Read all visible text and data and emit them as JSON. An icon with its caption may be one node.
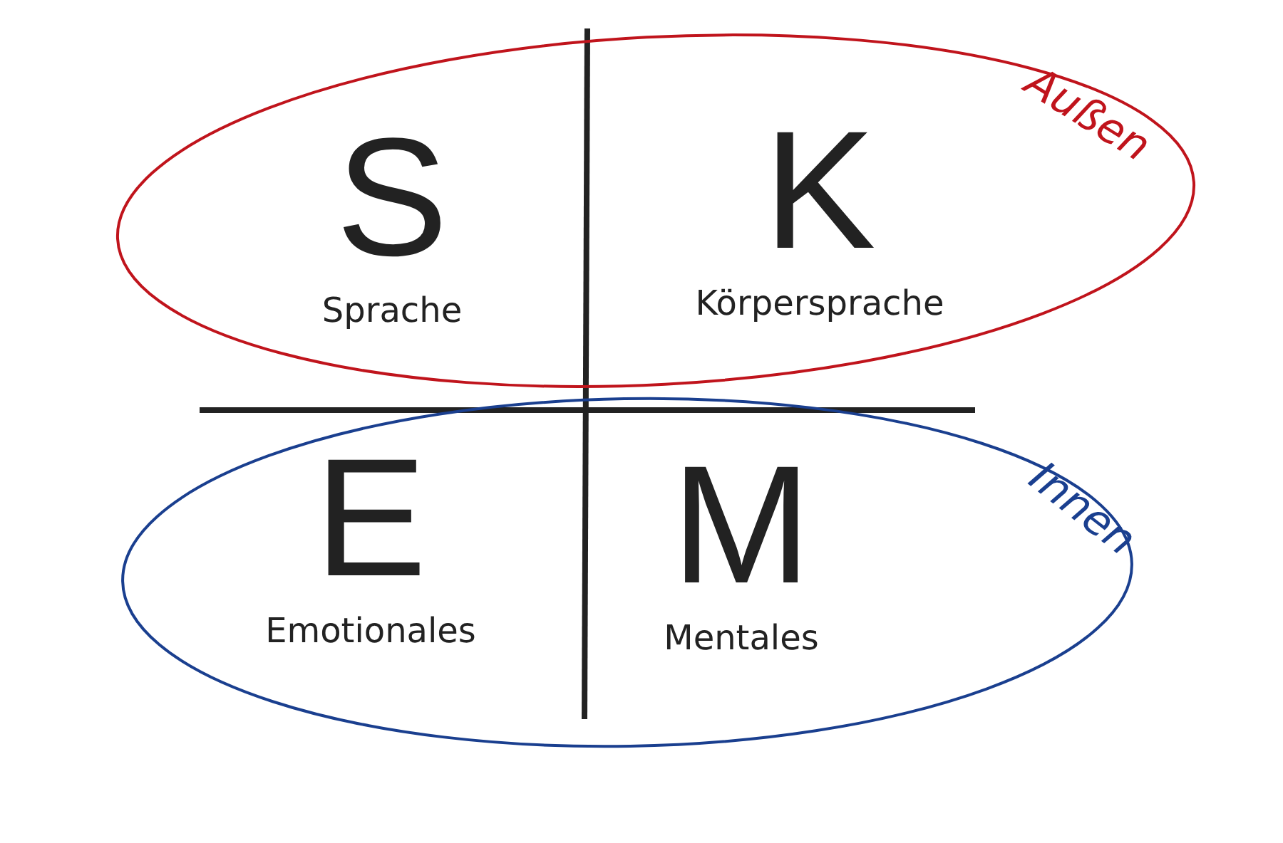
{
  "diagram": {
    "nodes": [
      {
        "text": [
          "Außen"
        ]
      },
      {
        "text": [
          "S",
          "Sprache"
        ],
        "in": 0
      },
      {
        "text": [
          "K",
          "Körpersprache"
        ],
        "in": 0
      },
      {
        "text": [
          "Innen"
        ]
      },
      {
        "text": [
          "E",
          "Emotionales"
        ],
        "in": 3
      },
      {
        "text": [
          "M",
          "Mentales"
        ],
        "in": 3
      }
    ]
  }
}
